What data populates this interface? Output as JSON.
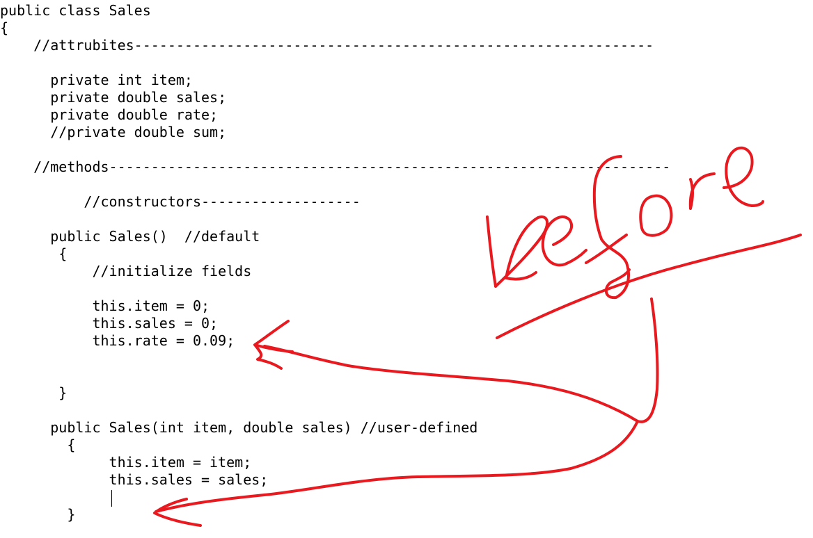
{
  "code": {
    "lines": [
      "public class Sales",
      "{",
      "    //attrubites--------------------------------------------------------------",
      "",
      "      private int item;",
      "      private double sales;",
      "      private double rate;",
      "      //private double sum;",
      "",
      "    //methods-------------------------------------------------------------------",
      "",
      "          //constructors-------------------",
      "",
      "      public Sales()  //default",
      "       {",
      "           //initialize fields",
      "",
      "           this.item = 0;",
      "           this.sales = 0;",
      "           this.rate = 0.09;",
      "",
      "",
      "       }",
      "",
      "      public Sales(int item, double sales) //user-defined",
      "        {",
      "             this.item = item;",
      "             this.sales = sales;",
      "",
      "        }"
    ]
  },
  "annotation": {
    "handwritten_text": "before",
    "ink_color": "#e8191f"
  }
}
